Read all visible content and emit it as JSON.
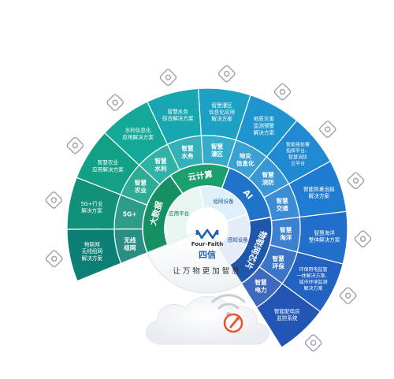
{
  "center": {
    "brand_cn": "四信",
    "brand_en": "Four-Faith",
    "slogan": "让万物更加智慧"
  },
  "inner_ring": [
    {
      "label": "大数据",
      "color": "#168f62"
    },
    {
      "label": "云计算",
      "color": "#1aa06f"
    },
    {
      "label": "AI",
      "color": "#1f74c9"
    },
    {
      "label": "物联网芯片",
      "color": "#1f57ad"
    }
  ],
  "middle_ring": [
    {
      "label": "应用平台",
      "color": "#e8f6f1",
      "text_color": "#0f6f52"
    },
    {
      "label": "组网设备",
      "color": "#dff0fa",
      "text_color": "#1f5f99"
    },
    {
      "label": "感知设备",
      "color": "#e3ecf8",
      "text_color": "#1f4a8f"
    }
  ],
  "sectors": [
    {
      "inner": "无线\n组网",
      "outer": "物联网\n无线组网\n解决方案",
      "icon": "network-map-icon",
      "color": "#0e7f74"
    },
    {
      "inner": "5G+",
      "outer": "5G+行业\n解决方案",
      "icon": "5g-icon",
      "color": "#11907a"
    },
    {
      "inner": "智慧\n农业",
      "outer": "智慧农业\n应用解决方案",
      "icon": "agriculture-icon",
      "color": "#12a086"
    },
    {
      "inner": "智慧\n水利",
      "outer": "水利信息化\n应用解决方案",
      "icon": "dam-icon",
      "color": "#14a898"
    },
    {
      "inner": "智慧\n水务",
      "outer": "智慧水务\n综合解决方案",
      "icon": "water-drop-icon",
      "color": "#18a7b0"
    },
    {
      "inner": "智慧\n灌区",
      "outer": "智慧灌区\n信息化应用\n解决方案",
      "icon": "irrigation-icon",
      "color": "#1ca0c3"
    },
    {
      "inner": "地灾\n信息化",
      "outer": "地质灾害\n监测预警\n解决方案",
      "icon": "mountain-icon",
      "color": "#1e95cf"
    },
    {
      "inner": "智慧\n消防",
      "outer": "智能接处警\n指挥平台、\n智慧消防\n云平台",
      "icon": "fire-icon",
      "color": "#1f89d1"
    },
    {
      "inner": "智慧\n交通",
      "outer": "智能称重治超\n解决方案",
      "icon": "truck-icon",
      "color": "#207cd0"
    },
    {
      "inner": "智慧\n海洋",
      "outer": "智慧海洋\n整体解决方案",
      "icon": "wave-icon",
      "color": "#216fca"
    },
    {
      "inner": "智慧\n环保",
      "outer": "环保用电监管\n一体解决方案、\n城市环境监测\n解决方案",
      "icon": "recycle-icon",
      "color": "#2262c1"
    },
    {
      "inner": "智慧\n电力",
      "outer": "智能配电房\n监控系统",
      "icon": "power-icon",
      "color": "#2355b5"
    }
  ],
  "colors": {
    "inner_ring_light": "#f2f6f9",
    "cloud": "#f4f5f7",
    "rocket": "#e8532d",
    "icon": "#9aa3ad"
  }
}
